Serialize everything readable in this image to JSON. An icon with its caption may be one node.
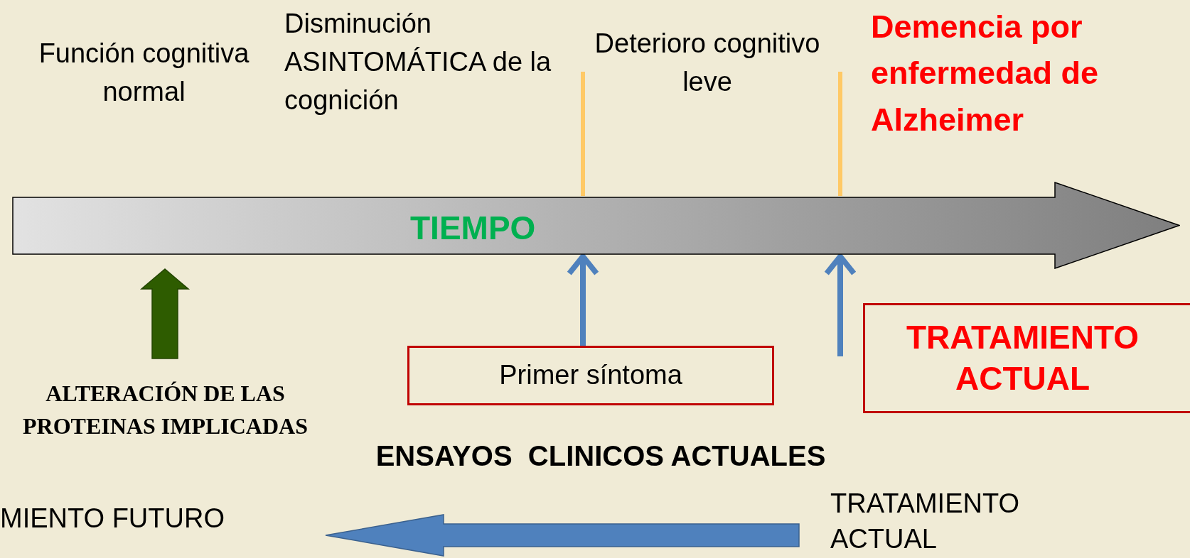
{
  "diagram": {
    "nodes": [
      {
        "text": [
          "Función cognitiva normal"
        ]
      },
      {
        "text": [
          "Disminución ASINTOMÁTICA de la cognición"
        ]
      },
      {
        "text": [
          "Deterioro cognitivo leve"
        ]
      },
      {
        "text": [
          "Demencia por enfermedad de Alzheimer"
        ]
      },
      {
        "text": [
          "TIEMPO"
        ]
      },
      {
        "text": [
          "ALTERACIÓN DE LAS PROTEINAS IMPLICADAS"
        ]
      },
      {
        "text": [
          "Primer síntoma"
        ]
      },
      {
        "text": [
          "TRATAMIENTO ACTUAL"
        ]
      },
      {
        "text": [
          "TRATAMIENTO ACTUAL"
        ]
      },
      {
        "text": [
          "MIENTO FUTURO"
        ]
      }
    ],
    "edges": [
      {
        "from": 5,
        "to": 4,
        "arrow": "to",
        "style": "thick",
        "color": "#2e5c00"
      },
      {
        "from": 6,
        "to": 4,
        "arrow": "to"
      },
      {
        "from": null,
        "to": 4,
        "arrow": "to"
      },
      {
        "from": 8,
        "to": 9,
        "arrow": "to",
        "style": "thick"
      }
    ],
    "labels": [
      "ENSAYOS  CLINICOS ACTUALES"
    ]
  }
}
